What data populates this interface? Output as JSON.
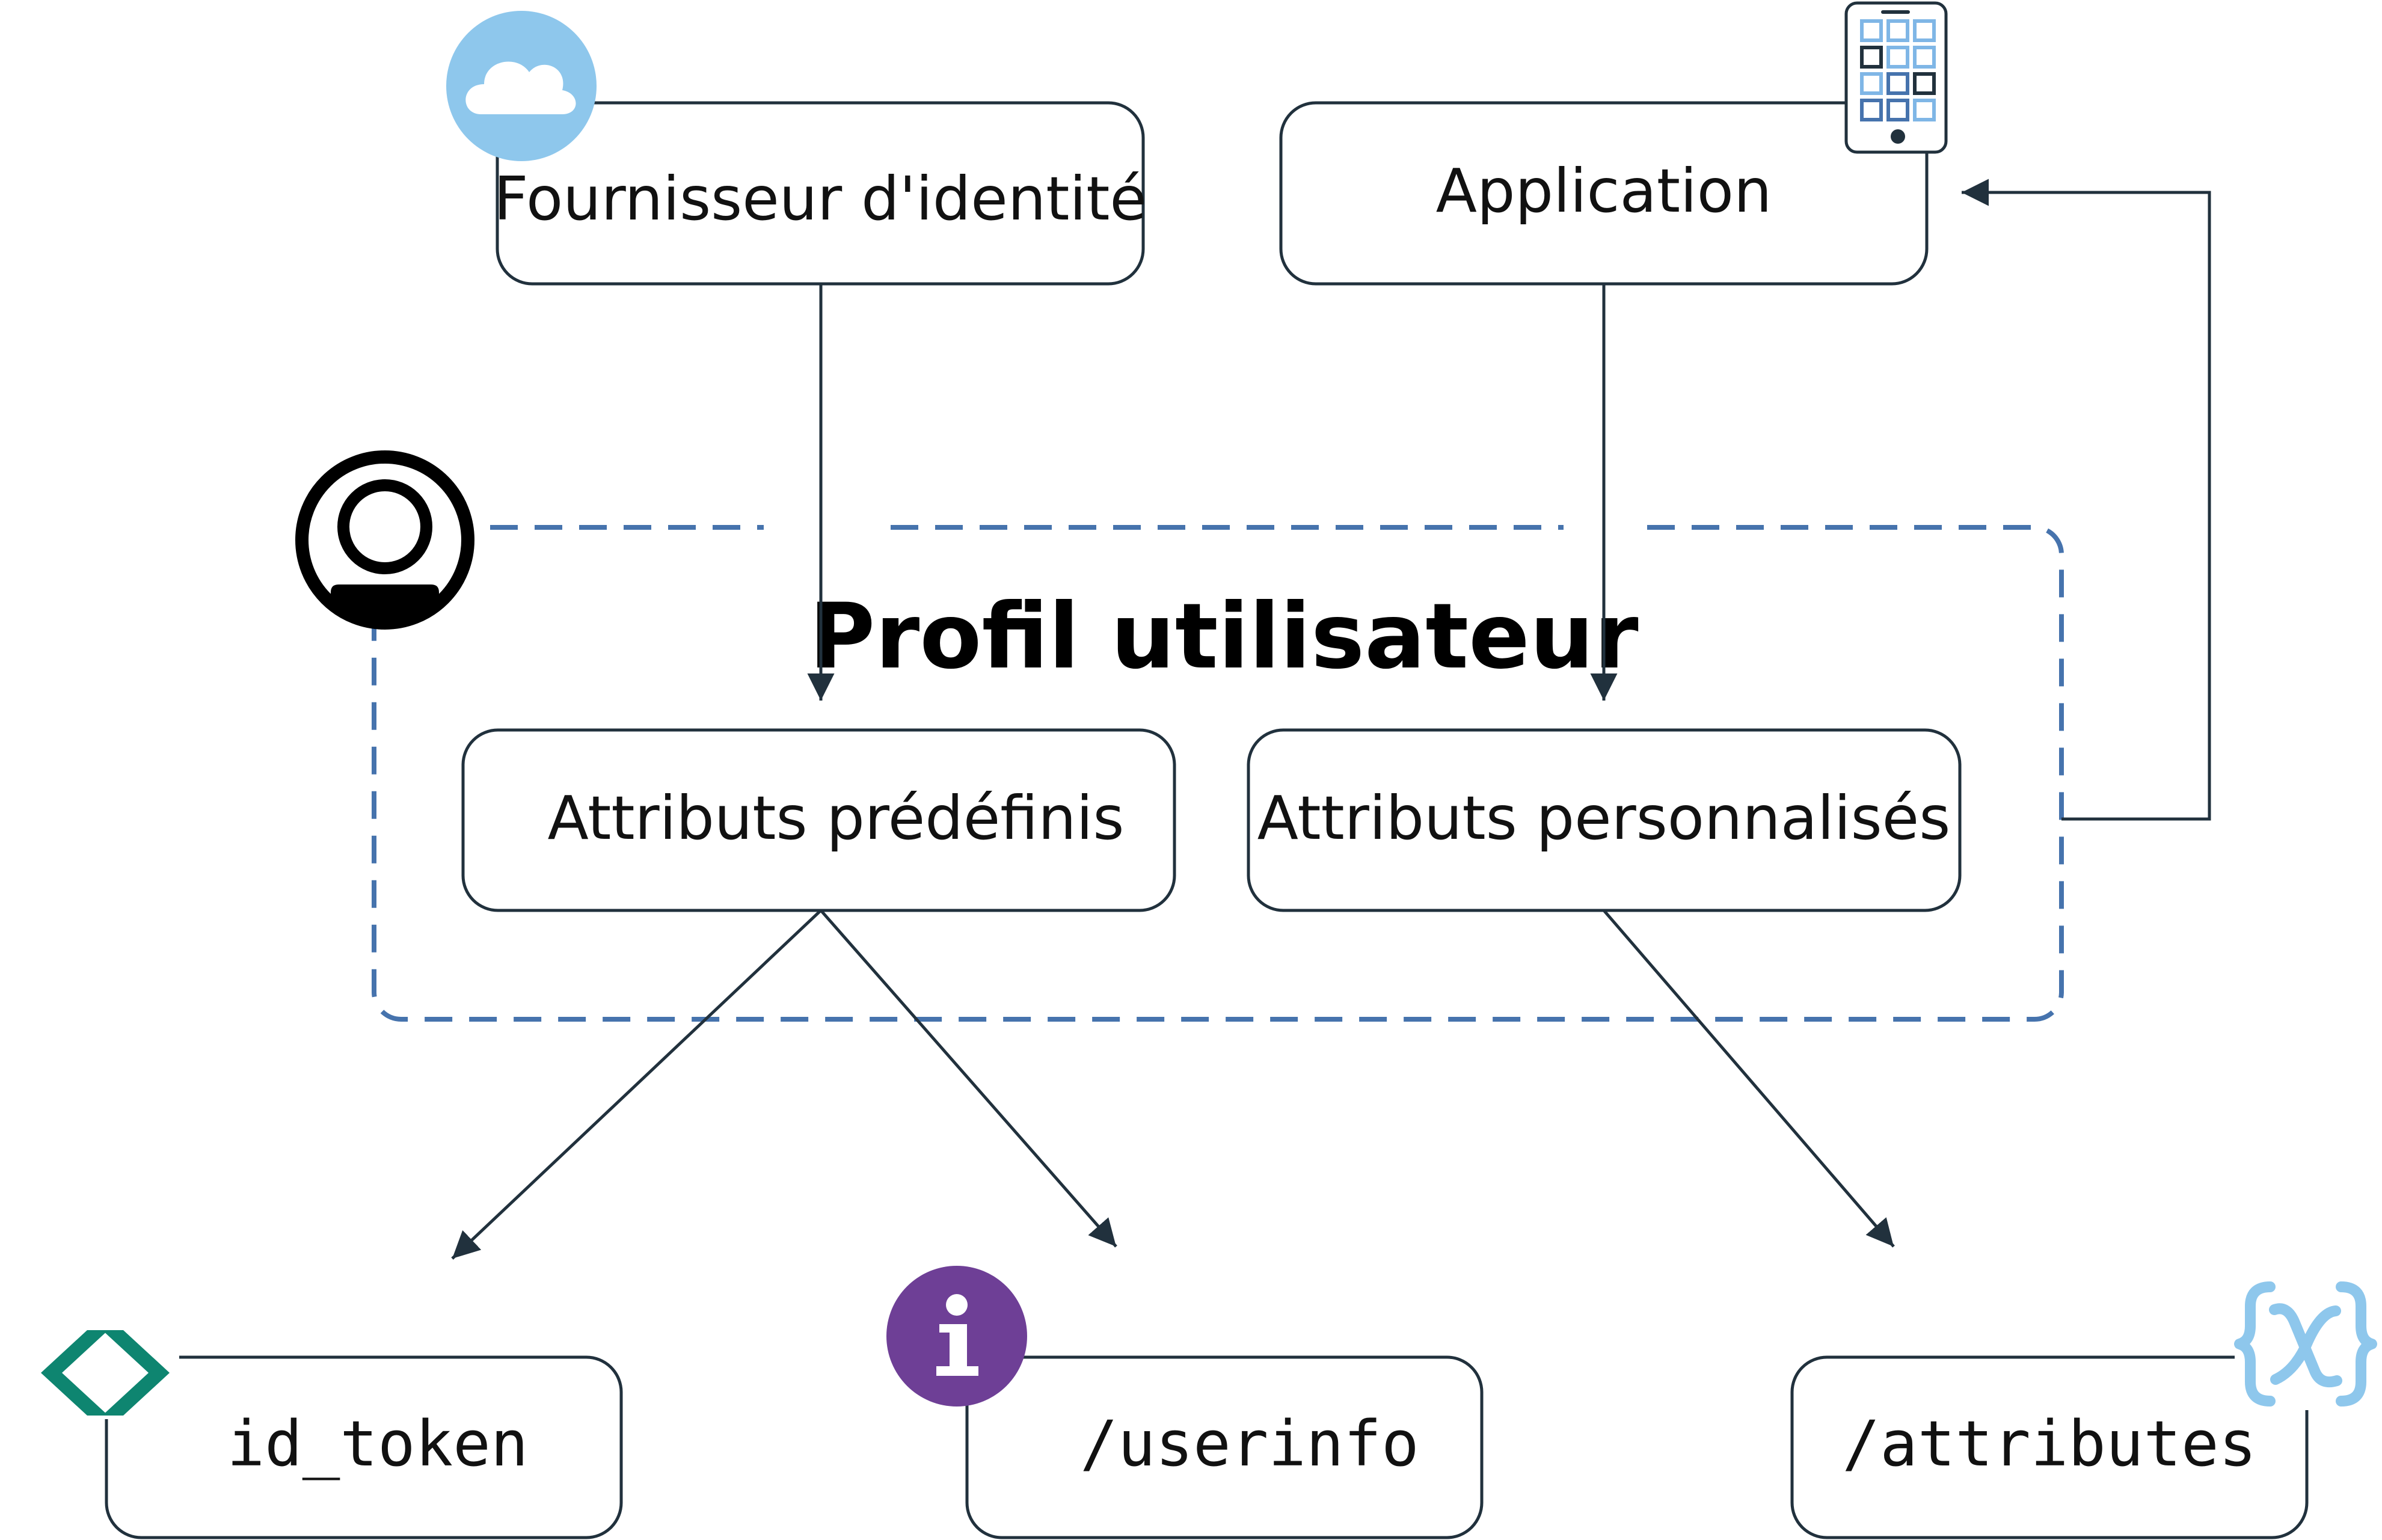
{
  "colors": {
    "line": "#21313d",
    "group_border": "#4673ad",
    "cloud_icon": "#8ec7ec",
    "code_icon": "#0e8570",
    "info_icon": "#6e3f96",
    "variable_icon": "#8ec7ec",
    "profile_icon": "#000000"
  },
  "group": {
    "title": "Profil utilisateur",
    "icon": "user-avatar-icon"
  },
  "nodes": {
    "identity_provider": {
      "label": "Fournisseur d'identité",
      "icon": "cloud-icon"
    },
    "application": {
      "label": "Application",
      "icon": "mobile-app-icon"
    },
    "predefined_attributes": {
      "label": "Attributs prédéfinis"
    },
    "custom_attributes": {
      "label": "Attributs personnalisés"
    },
    "id_token": {
      "label": "id_token",
      "icon": "code-brackets-icon"
    },
    "userinfo": {
      "label": "/userinfo",
      "icon": "info-icon"
    },
    "attributes": {
      "label": "/attributes",
      "icon": "variable-x-icon"
    }
  },
  "edges": [
    {
      "from": "identity_provider",
      "to": "predefined_attributes"
    },
    {
      "from": "application",
      "to": "custom_attributes"
    },
    {
      "from": "custom_attributes",
      "to": "application"
    },
    {
      "from": "predefined_attributes",
      "to": "id_token"
    },
    {
      "from": "predefined_attributes",
      "to": "userinfo"
    },
    {
      "from": "custom_attributes",
      "to": "attributes"
    }
  ]
}
